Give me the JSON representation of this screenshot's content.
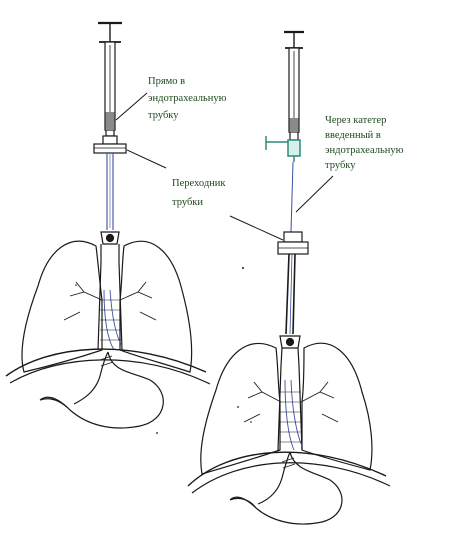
{
  "labels": {
    "direct_line1": "Прямо в",
    "direct_line2": "эндотрахеальную",
    "direct_line3": "трубку",
    "catheter_line1": "Через катетер",
    "catheter_line2": "введенный в",
    "catheter_line3": "эндотрахеальную",
    "catheter_line4": "трубку",
    "adapter_line1": "Переходник",
    "adapter_line2": "трубки"
  },
  "colors": {
    "label": "#1f4a1f",
    "outline": "#1a1a1a",
    "tube": "#3a4fa0",
    "catheter_green": "#2a8a7a",
    "syringe_fill": "#8a8a8a"
  }
}
